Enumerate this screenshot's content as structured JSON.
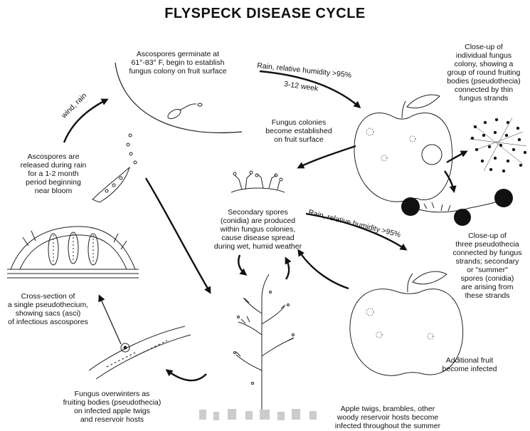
{
  "title": "FLYSPECK DISEASE CYCLE",
  "labels": {
    "germinate": "Ascospores germinate at\n61°-83° F, begin to establish\nfungus colony on fruit surface",
    "closeup_colony": "Close-up of\nindividual fungus\ncolony, showing a\ngroup of round fruiting\nbodies (pseudothecia)\nconnected by thin\nfungus strands",
    "colonies_established": "Fungus colonies\nbecome established\non fruit surface",
    "ascospores_released": "Ascospores are\nreleased during rain\nfor a 1-2 month\nperiod beginning\nnear bloom",
    "secondary_spores": "Secondary spores\n(conidia) are produced\nwithin fungus colonies,\ncause disease spread\nduring wet, humid weather",
    "closeup_pseudothecia": "Close-up of\nthree pseudothecia\nconnected by fungus\nstrands; secondary\nor \"summer\"\nspores (conidia)\nare arising from\nthese strands",
    "cross_section": "Cross-section of\na single pseudothecium,\nshowing sacs (asci)\nof infectious ascospores",
    "additional_fruit": "Additional fruit\nbecome infected",
    "overwinter": "Fungus overwinters as\nfruiting bodies (pseudothecia)\non infected apple twigs\nand reservoir hosts",
    "reservoir_hosts": "Apple twigs, brambles, other\nwoody reservoir hosts become\ninfected throughout the summer"
  },
  "arrow_labels": {
    "wind_rain": "wind, rain",
    "rain_humidity_1": "Rain, relative humidity >95%",
    "weeks": "3-12 week",
    "rain_humidity_2": "Rain, relative humidity >95%"
  }
}
